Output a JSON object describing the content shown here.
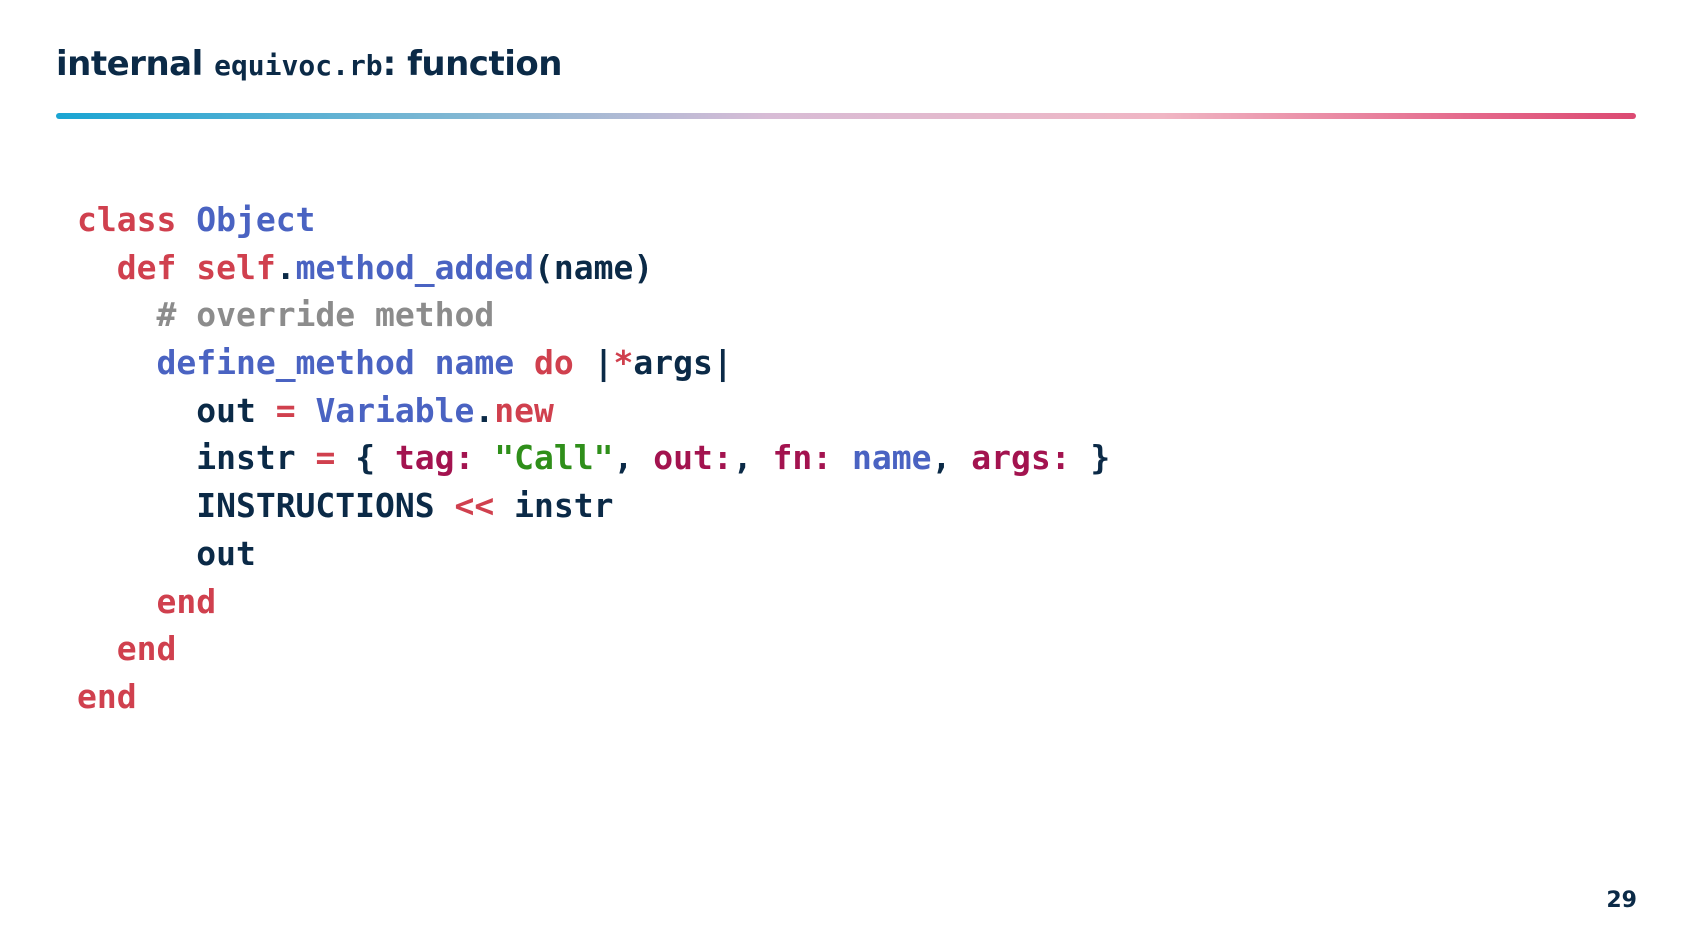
{
  "slide": {
    "title_prefix": "internal ",
    "title_code": "equivoc.rb",
    "title_suffix": ": function",
    "page_number": "29"
  },
  "code": {
    "language": "ruby",
    "line_1": {
      "kw_class": "class",
      "sp1": " ",
      "class_name": "Object"
    },
    "line_2": {
      "indent": "  ",
      "kw_def": "def",
      "sp1": " ",
      "self": "self",
      "dot": ".",
      "method": "method_added",
      "params": "(name)"
    },
    "line_3": {
      "indent": "    ",
      "comment": "# override method"
    },
    "line_4": {
      "indent": "    ",
      "call": "define_method",
      "sp1": " ",
      "arg": "name",
      "sp2": " ",
      "kw_do": "do",
      "sp3": " ",
      "pipe_open": "|",
      "splat": "*",
      "block_arg": "args",
      "pipe_close": "|"
    },
    "line_5": {
      "indent": "      ",
      "var": "out",
      "sp1": " ",
      "eq": "=",
      "sp2": " ",
      "class_name": "Variable",
      "dot": ".",
      "kw_new": "new"
    },
    "line_6": {
      "indent": "      ",
      "var": "instr",
      "sp1": " ",
      "eq": "=",
      "sp2": " ",
      "brace_open": "{ ",
      "key_tag": "tag:",
      "sp3": " ",
      "str_call": "\"Call\"",
      "comma1": ", ",
      "key_out": "out:",
      "comma2": ", ",
      "key_fn": "fn:",
      "sp4": " ",
      "val_name": "name",
      "comma3": ", ",
      "key_args": "args:",
      "brace_close": " }"
    },
    "line_7": {
      "indent": "      ",
      "const": "INSTRUCTIONS",
      "sp1": " ",
      "shovel": "<<",
      "sp2": " ",
      "var": "instr"
    },
    "line_8": {
      "indent": "      ",
      "var": "out"
    },
    "line_9": {
      "indent": "    ",
      "kw_end": "end"
    },
    "line_10": {
      "indent": "  ",
      "kw_end": "end"
    },
    "line_11": {
      "kw_end": "end"
    }
  },
  "colors": {
    "keyword": "#d0404e",
    "class_and_method": "#4a63c2",
    "identifier": "#0b2a47",
    "comment": "#8c8c8c",
    "symbol_key": "#a3134f",
    "string": "#2f8f1a"
  }
}
